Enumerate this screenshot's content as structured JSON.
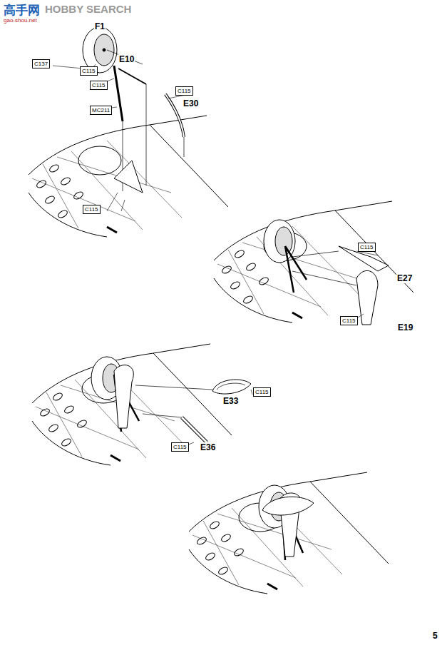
{
  "diagram": {
    "nodes": [
      {
        "text": [
          "C137"
        ]
      },
      {
        "text": [
          "C115"
        ]
      },
      {
        "text": [
          "C115"
        ]
      },
      {
        "text": [
          "MC211"
        ]
      },
      {
        "text": [
          "C115"
        ]
      },
      {
        "text": [
          "C115"
        ]
      },
      {
        "text": [
          "C115"
        ]
      },
      {
        "text": [
          "C115"
        ]
      },
      {
        "text": [
          "C115"
        ]
      },
      {
        "text": [
          "C115"
        ]
      }
    ],
    "edges": [],
    "labels": [
      "高手网",
      "HOBBY SEARCH",
      "gao-shou.net",
      "F1",
      "E10",
      "E30",
      "E27",
      "E19",
      "E33",
      "E36",
      "5"
    ]
  }
}
